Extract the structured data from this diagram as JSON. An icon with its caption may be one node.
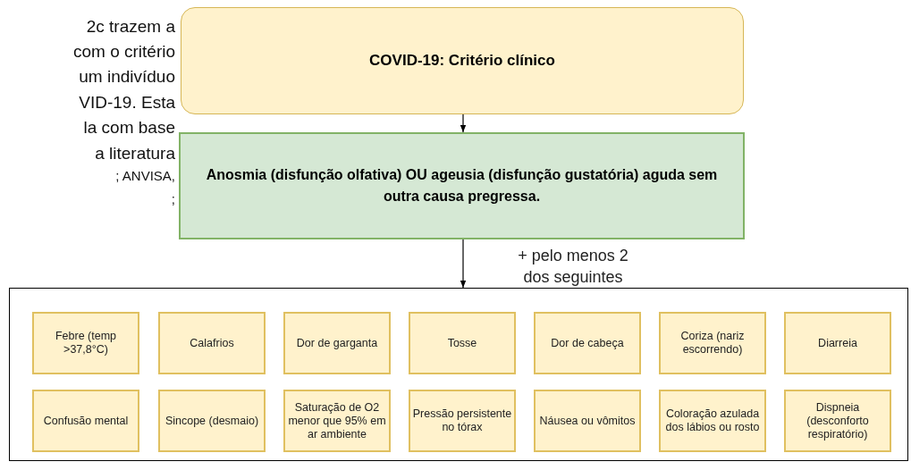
{
  "diagram": {
    "nodes": [
      {
        "text": [
          "COVID-19: Critério clínico"
        ]
      },
      {
        "text": [
          "Anosmia (disfunção olfativa) OU ageusia (disfunção gustatória) aguda sem outra causa pregressa."
        ]
      },
      {
        "text": [],
        "shape": "box"
      },
      {
        "text": [
          "Febre (temp >37,8°C)"
        ],
        "in": 2
      },
      {
        "text": [
          "Calafrios"
        ],
        "in": 2
      },
      {
        "text": [
          "Dor de garganta"
        ],
        "in": 2
      },
      {
        "text": [
          "Tosse"
        ],
        "in": 2
      },
      {
        "text": [
          "Dor de cabeça"
        ],
        "in": 2
      },
      {
        "text": [
          "Coriza (nariz escorrendo)"
        ],
        "in": 2
      },
      {
        "text": [
          "Diarreia"
        ],
        "in": 2
      },
      {
        "text": [
          "Confusão mental"
        ],
        "in": 2
      },
      {
        "text": [
          "Sincope (desmaio)"
        ],
        "in": 2
      },
      {
        "text": [
          "Saturação de O2 menor que 95% em ar ambiente"
        ],
        "in": 2
      },
      {
        "text": [
          "Pressão persistente no tórax"
        ],
        "in": 2
      },
      {
        "text": [
          "Náusea ou vômitos"
        ],
        "in": 2
      },
      {
        "text": [
          "Coloração azulada dos lábios ou rosto"
        ],
        "in": 2
      },
      {
        "text": [
          "Dispneia (desconforto respiratório)"
        ],
        "in": 2
      }
    ],
    "edges": [
      {
        "from": 0,
        "to": 1,
        "arrow": "to"
      },
      {
        "from": 1,
        "to": 2,
        "arrow": "to",
        "label": "+ pelo menos 2 dos seguintes"
      }
    ],
    "labels": [
      "2c trazem a",
      "com o critério",
      "um indivíduo",
      "VID-19. Esta",
      "la com base",
      "a literatura",
      "; ANVISA,",
      ";"
    ]
  }
}
